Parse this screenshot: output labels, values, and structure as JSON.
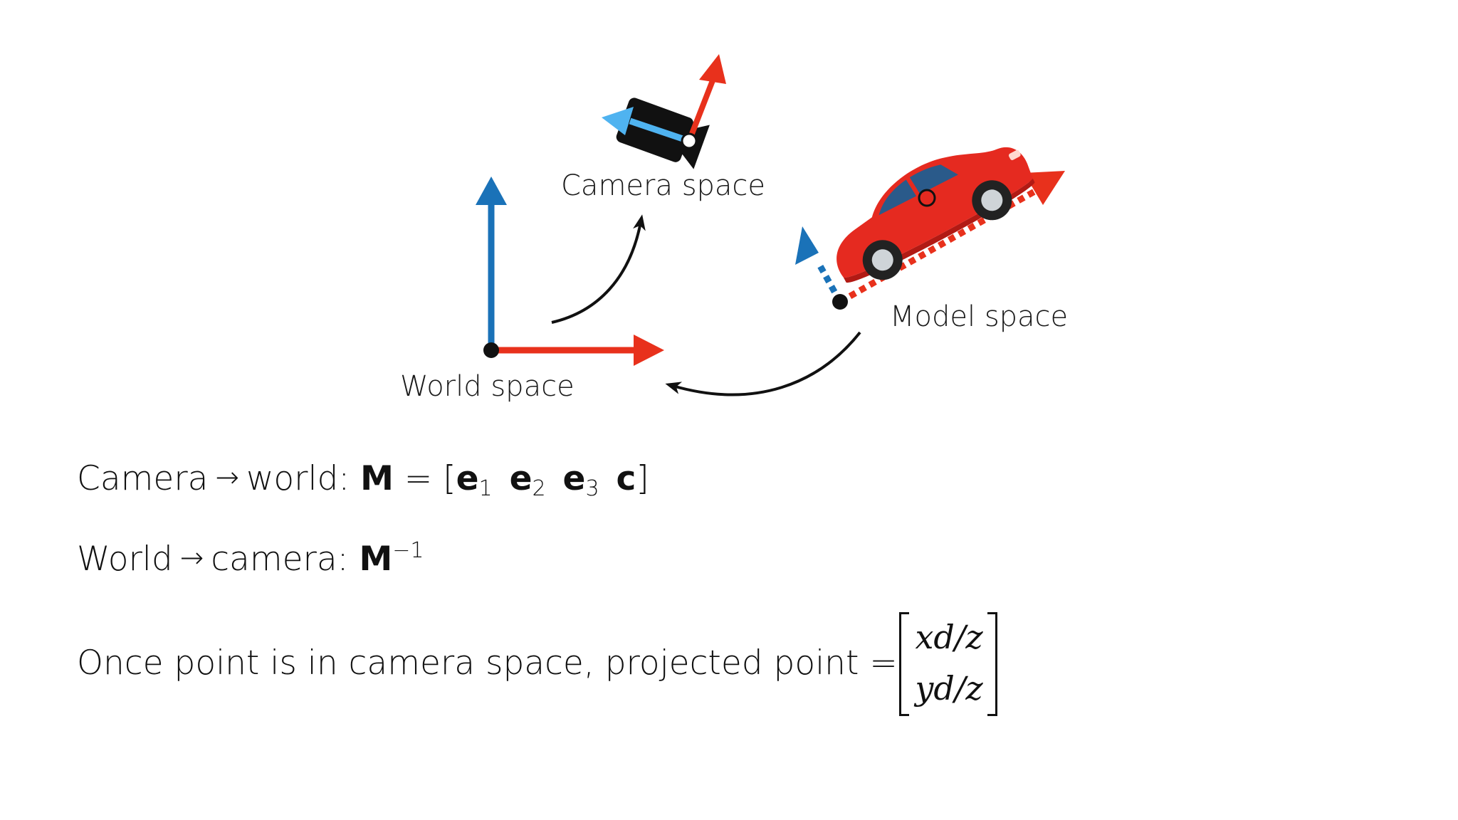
{
  "labels": {
    "camera_space": "Camera space",
    "model_space": "Model space",
    "world_space": "World space"
  },
  "equations": {
    "line1": {
      "prefix": "Camera",
      "arrow": "→",
      "middle": "world:",
      "matrix": "M",
      "equals": "= [",
      "e1": "e",
      "e1_sub": "1",
      "e2": "e",
      "e2_sub": "2",
      "e3": "e",
      "e3_sub": "3",
      "c": "c",
      "close": "]"
    },
    "line2": {
      "prefix": "World",
      "arrow": "→",
      "middle": "camera:",
      "matrix": "M",
      "superscript": "−1"
    },
    "line3": {
      "text": "Once point is in camera space, projected point =",
      "row1": "xd/z",
      "row2": "yd/z"
    }
  },
  "colors": {
    "axis_blue": "#1a72b8",
    "axis_red": "#e8311c",
    "light_blue": "#4fb3f0",
    "car_red": "#e52a20",
    "text": "#1a1a1a"
  },
  "icons": {
    "camera": "video-camera-icon",
    "car": "red-car-icon"
  }
}
